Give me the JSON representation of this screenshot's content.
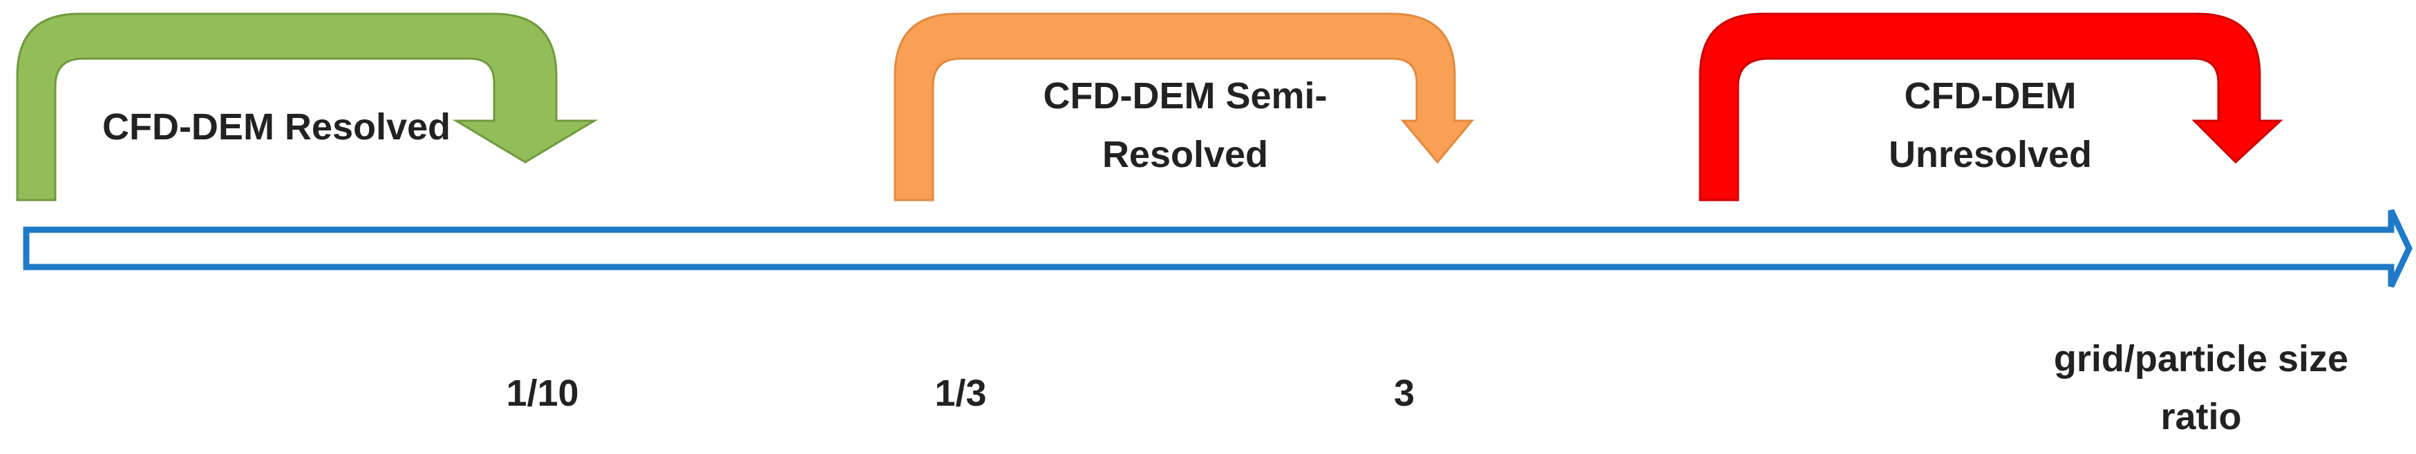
{
  "regimes": [
    {
      "line1": "CFD-DEM Resolved",
      "line2": "",
      "color": "#92BE5A"
    },
    {
      "line1": "CFD-DEM Semi-",
      "line2": "Resolved",
      "color": "#FAA055"
    },
    {
      "line1": "CFD-DEM",
      "line2": "Unresolved",
      "color": "#FF0000"
    }
  ],
  "axis": {
    "color": "#1F7BC8",
    "label_line1": "grid/particle size",
    "label_line2": "ratio"
  },
  "ticks": [
    "1/10",
    "1/3",
    "3"
  ],
  "colors": {
    "resolved_outline": "#6F9A3E",
    "semi_outline": "#E28A3E",
    "unresolved_outline": "#CC0000",
    "text": "#222222"
  }
}
